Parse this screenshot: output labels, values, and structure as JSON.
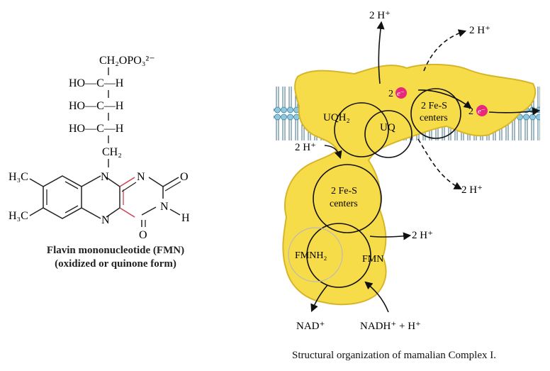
{
  "fmn": {
    "title": "Flavin mononucleotide (FMN)",
    "subtitle": "(oxidized or quinone form)",
    "groups": {
      "phosphate": "CH₂OPO₃²⁻",
      "ho1": "HO—C—H",
      "ho2": "HO—C—H",
      "ho3": "HO—C—H",
      "ch2": "CH₂",
      "n10": "N",
      "n1": "N",
      "n5": "N",
      "n3": "N",
      "h3": "H",
      "o2": "O",
      "o4": "O",
      "me7": "H₃C",
      "me8": "H₃C"
    }
  },
  "complex": {
    "proton_labels": [
      "2 H⁺",
      "2 H⁺",
      "2 H⁺",
      "2 H⁺"
    ],
    "uqh2": "UQH₂",
    "uq": "UQ",
    "fes_upper": [
      "2 Fe-S",
      "centers"
    ],
    "fes_lower": [
      "2 Fe-S",
      "centers"
    ],
    "electron_count": [
      "2",
      "2"
    ],
    "electron_symbol": "e⁻",
    "fmnh2": "FMNH₂",
    "fmn": "FMN",
    "nad": "NAD⁺",
    "nadh": "NADH⁺ + H⁺",
    "left_proton": "2 H⁺"
  },
  "caption": "Structural organization of mamalian Complex I.",
  "colors": {
    "protein": "#f7dc4a",
    "protein_edge": "#d7b52a",
    "membrane": "#8ec9e0",
    "electron": "#e8287a"
  }
}
